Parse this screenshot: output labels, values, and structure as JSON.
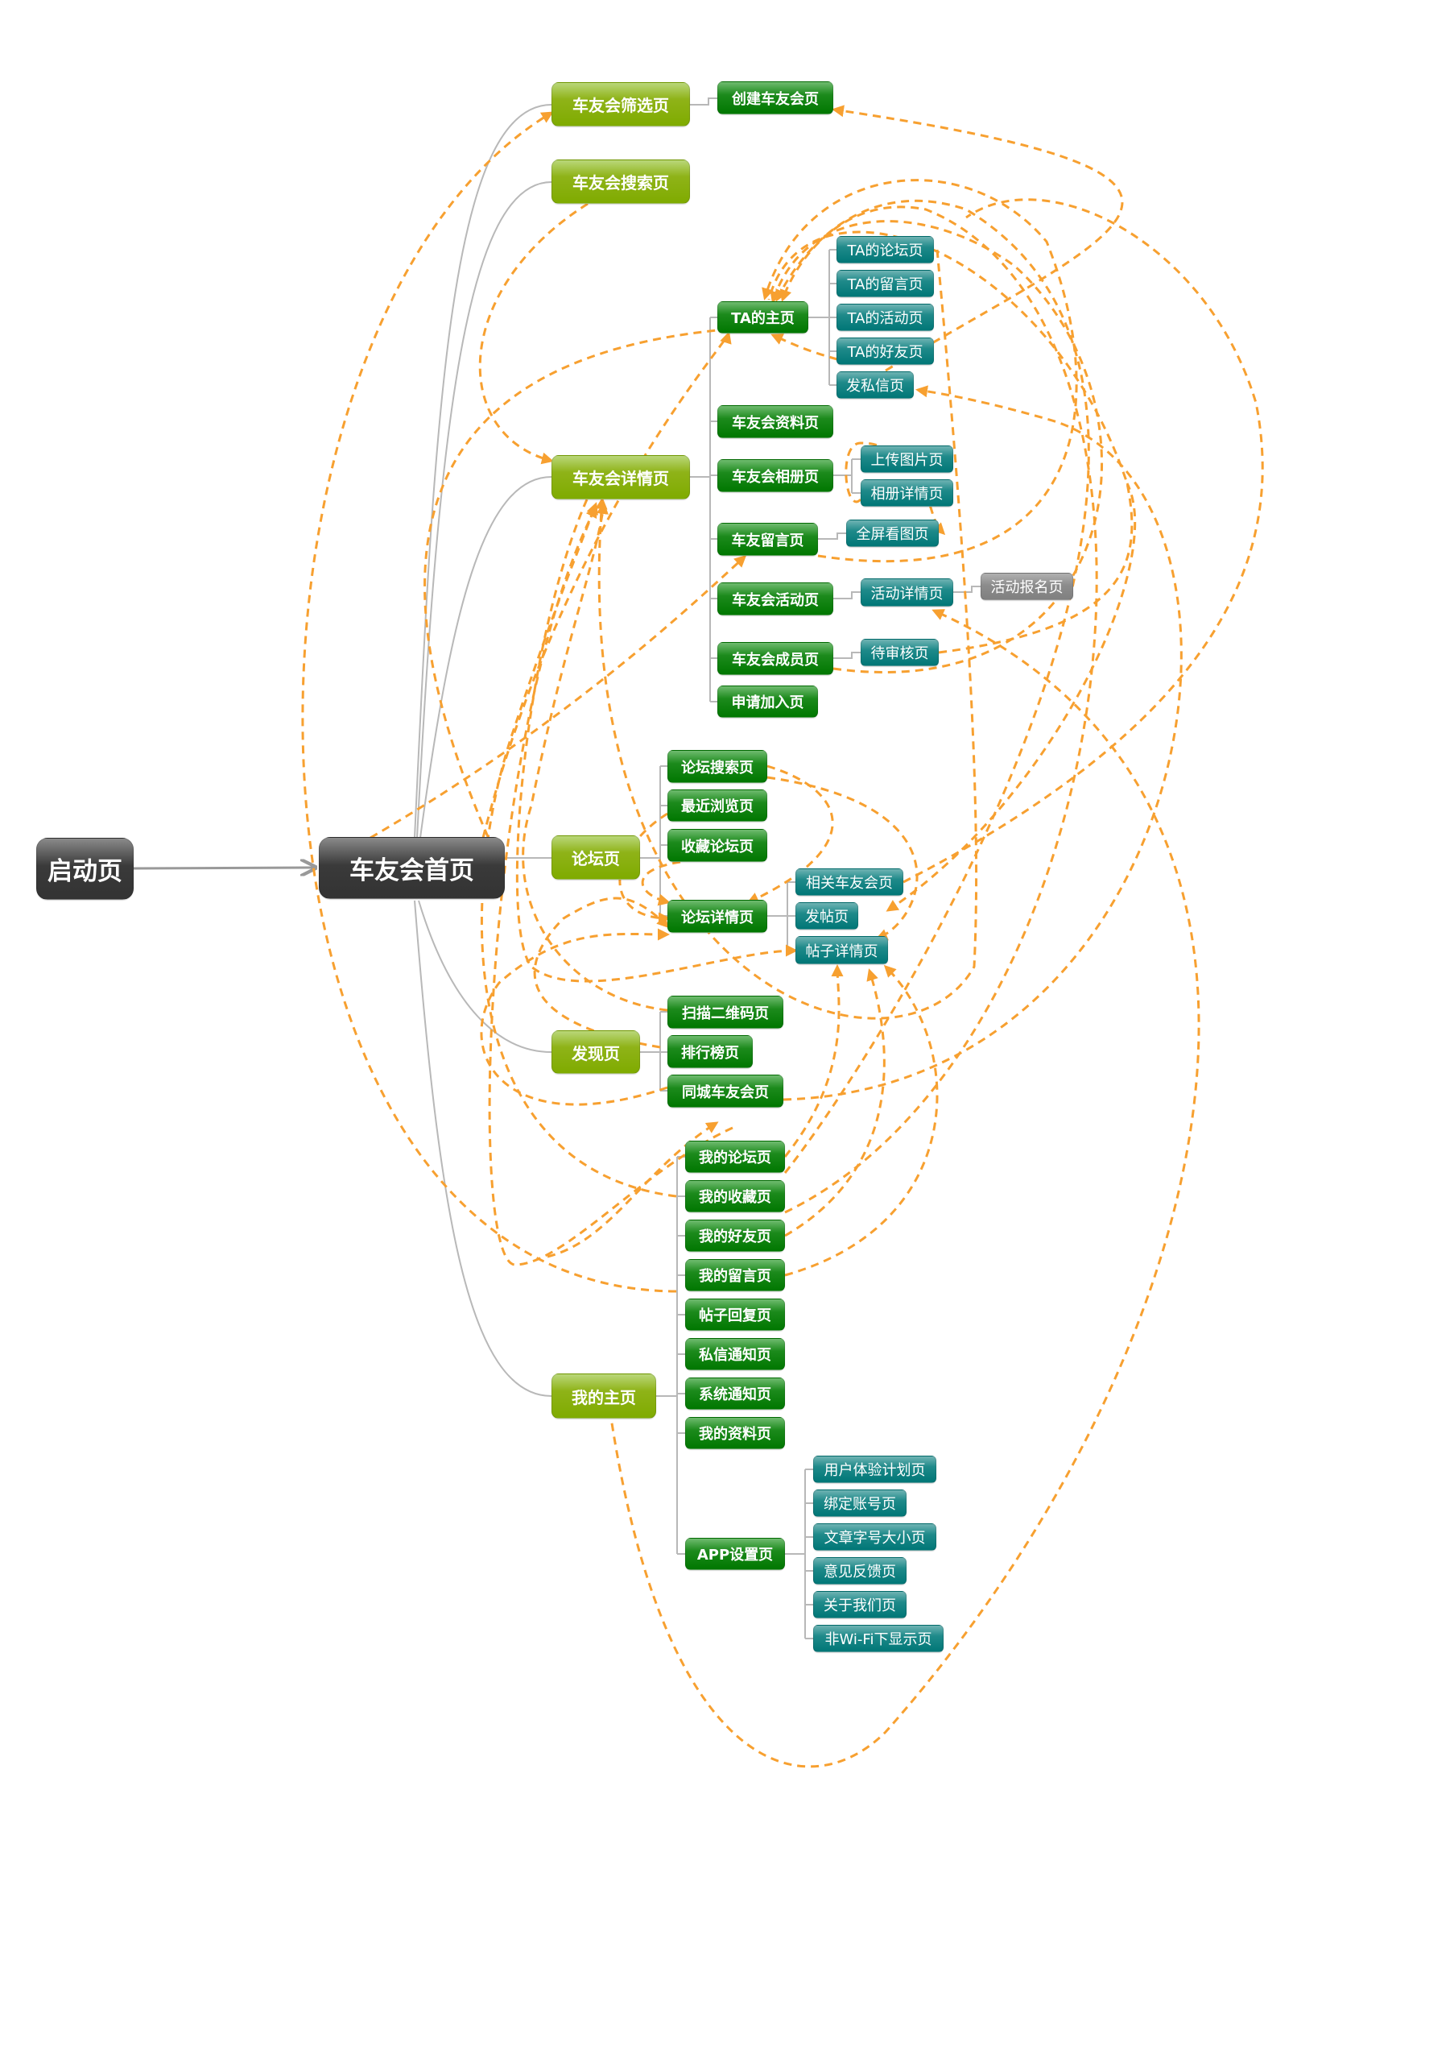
{
  "colors": {
    "link_dashed": "#f7a030",
    "link_tree": "#b8b8b8",
    "dark": "#333333",
    "lime": "#80ac00",
    "green": "#007a00",
    "teal": "#007878",
    "gray": "#858585"
  },
  "root": {
    "label": "启动页"
  },
  "home": {
    "label": "车友会首页"
  },
  "level1": {
    "filter": "车友会筛选页",
    "search": "车友会搜索页",
    "detail": "车友会详情页",
    "forum": "论坛页",
    "discover": "发现页",
    "mine": "我的主页"
  },
  "filter_children": [
    "创建车友会页"
  ],
  "detail_children": {
    "ta_home": "TA的主页",
    "ta_pages": [
      "TA的论坛页",
      "TA的留言页",
      "TA的活动页",
      "TA的好友页",
      "发私信页"
    ],
    "profile": "车友会资料页",
    "album": "车友会相册页",
    "album_children": [
      "上传图片页",
      "相册详情页"
    ],
    "message": "车友留言页",
    "message_children": [
      "全屏看图页"
    ],
    "activity": "车友会活动页",
    "activity_detail": "活动详情页",
    "activity_signup": "活动报名页",
    "members": "车友会成员页",
    "members_children": [
      "待审核页"
    ],
    "apply": "申请加入页"
  },
  "forum_children": {
    "items": [
      "论坛搜索页",
      "最近浏览页",
      "收藏论坛页"
    ],
    "forum_detail": "论坛详情页",
    "forum_detail_children": [
      "相关车友会页",
      "发帖页",
      "帖子详情页"
    ]
  },
  "discover_children": [
    "扫描二维码页",
    "排行榜页",
    "同城车友会页"
  ],
  "mine_children": {
    "items": [
      "我的论坛页",
      "我的收藏页",
      "我的好友页",
      "我的留言页",
      "帖子回复页",
      "私信通知页",
      "系统通知页",
      "我的资料页"
    ],
    "settings": "APP设置页",
    "settings_children": [
      "用户体验计划页",
      "绑定账号页",
      "文章字号大小页",
      "意见反馈页",
      "关于我们页",
      "非Wi-Fi下显示页"
    ]
  }
}
